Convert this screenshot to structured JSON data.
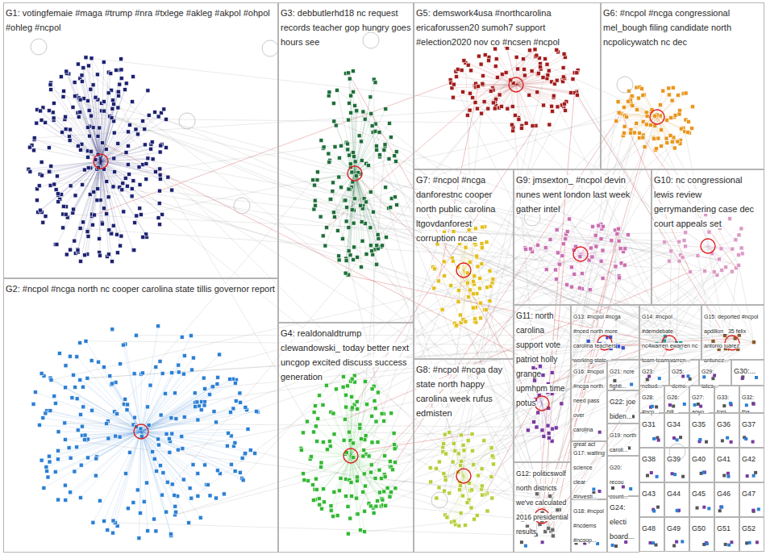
{
  "diagram": {
    "nodes": [
      {
        "text": [
          "G1: votingfemaie #maga #trump #nra #txlege #akleg #akpol #ohpol #ohleg #ncpol"
        ]
      },
      {
        "text": [
          "G3: debbutlerhd18 nc request records teacher gop hungry goes hours see"
        ]
      },
      {
        "text": [
          "G5: demswork4usa #northcarolina ericaforussen20 sumoh7 support #election2020 nov co #ncsen #ncpol"
        ]
      },
      {
        "text": [
          "G6: #ncpol #ncga congressional mel_bough filing candidate north ncpolicywatch nc dec"
        ]
      },
      {
        "text": [
          "G7: #ncpol #ncga danforestnc cooper north public carolina ltgovdanforest corruption ncae"
        ]
      },
      {
        "text": [
          "G9: jmsexton_ #ncpol devin nunes went london last week gather intel"
        ]
      },
      {
        "text": [
          "G10: nc congressional lewis review gerrymandering case dec court appeals set"
        ]
      },
      {
        "text": [
          "G2: #ncpol #ncga north nc cooper carolina state tillis governor report"
        ]
      },
      {
        "text": [
          "G4: realdonaldtrump clewandowski_ today better next uncgop excited discuss success generation"
        ]
      },
      {
        "text": [
          "G11: north carolina support vote patriot holly grange upmhpm time potus"
        ]
      },
      {
        "text": [
          "G13: #ncpol #ncga #nced north more carolina teachers working state..."
        ]
      },
      {
        "text": [
          "G14: #ncpol #demdebate nc4warren ewarren nc team teamwarren..."
        ]
      },
      {
        "text": [
          "G15: deported #ncpol apdillon_ 35 felix antonio juarez antunez..."
        ]
      },
      {
        "text": [
          "G8: #ncpol #ncga day state north happy carolina week rufus edmisten"
        ]
      },
      {
        "text": [
          "G16: #ncpol #ncga north need pass over carolina great act"
        ]
      },
      {
        "text": [
          "G21: ncre fighti..."
        ]
      },
      {
        "text": [
          "G23: ncbud..."
        ]
      },
      {
        "text": [
          "G25: demo..."
        ]
      },
      {
        "text": [
          "G29: lates..."
        ]
      },
      {
        "text": [
          "G30:..."
        ]
      },
      {
        "text": [
          "G22: joe biden..."
        ]
      },
      {
        "text": [
          "G28: #ncp..."
        ]
      },
      {
        "text": [
          "G26: bill..."
        ]
      },
      {
        "text": [
          "G27: anyo..."
        ]
      },
      {
        "text": [
          "G33: toni rsv..."
        ]
      },
      {
        "text": [
          "G32: tha larr..."
        ]
      },
      {
        "text": [
          "G17: waiting science clear #investi..."
        ]
      },
      {
        "text": [
          "G19: north caroli..."
        ]
      },
      {
        "text": [
          "G12: politicswolf north districts we've calculated 2016 presidential results"
        ]
      },
      {
        "text": [
          "G20: recou count..."
        ]
      },
      {
        "text": [
          "G18: #ncpol #ncdems #ncgop..."
        ]
      },
      {
        "text": [
          "G24: electi board..."
        ]
      },
      {
        "text": [
          "G31"
        ]
      },
      {
        "text": [
          "G34"
        ]
      },
      {
        "text": [
          "G35"
        ]
      },
      {
        "text": [
          "G36"
        ]
      },
      {
        "text": [
          "G37"
        ]
      },
      {
        "text": [
          "G38"
        ]
      },
      {
        "text": [
          "G39"
        ]
      },
      {
        "text": [
          "G40"
        ]
      },
      {
        "text": [
          "G41"
        ]
      },
      {
        "text": [
          "G42"
        ]
      },
      {
        "text": [
          "G43"
        ]
      },
      {
        "text": [
          "G44"
        ]
      },
      {
        "text": [
          "G45"
        ]
      },
      {
        "text": [
          "G46"
        ]
      },
      {
        "text": [
          "G47"
        ]
      },
      {
        "text": [
          "G48"
        ]
      },
      {
        "text": [
          "G49"
        ]
      },
      {
        "text": [
          "G50"
        ]
      },
      {
        "text": [
          "G51"
        ]
      },
      {
        "text": [
          "G52"
        ]
      }
    ]
  }
}
